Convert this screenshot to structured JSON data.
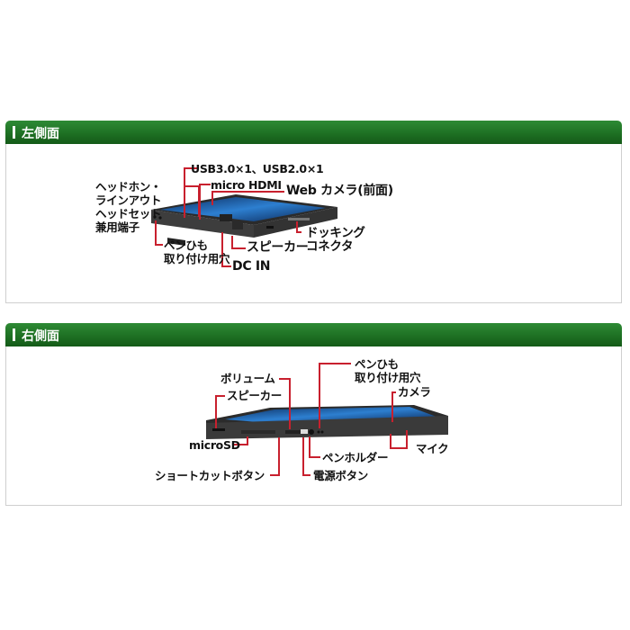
{
  "sections": [
    {
      "title": "左側面",
      "labels": {
        "headphone": [
          "ヘッドホン・",
          "ラインアウト",
          "ヘッドセット",
          "兼用端子"
        ],
        "usb": "USB3.0×1、USB2.0×1",
        "hdmi": "micro HDMI",
        "webcam": "Web カメラ(前面)",
        "pen_strap": [
          "ペンひも",
          "取り付け用穴"
        ],
        "speaker": "スピーカー",
        "dcin": "DC IN",
        "docking": [
          "ドッキング",
          "コネクタ"
        ]
      }
    },
    {
      "title": "右側面",
      "labels": {
        "volume": "ボリューム",
        "speaker": "スピーカー",
        "pen_strap": [
          "ペンひも",
          "取り付け用穴"
        ],
        "camera": "カメラ",
        "microsd": "microSD",
        "mic": "マイク",
        "pen_holder": "ペンホルダー",
        "shortcut": "ショートカットボタン",
        "power": "電源ボタン"
      }
    }
  ],
  "colors": {
    "header": "#1d6e22",
    "leader": "#c8202e",
    "device": "#3a3a3a"
  }
}
